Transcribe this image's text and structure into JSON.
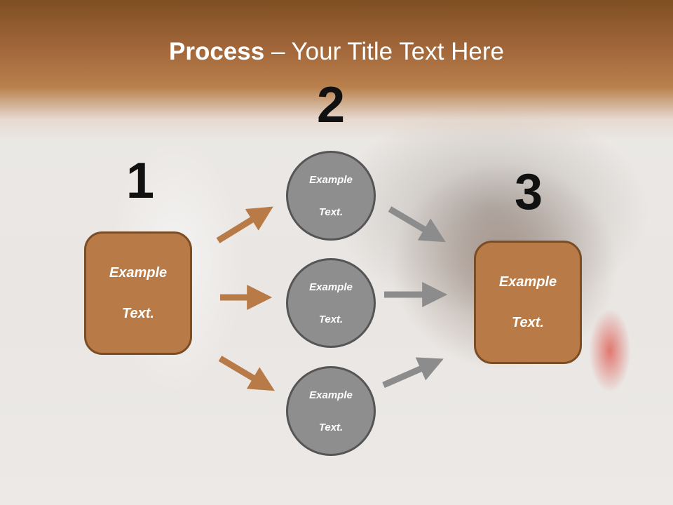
{
  "slide": {
    "title_bold": "Process",
    "title_rest": " – Your Title Text Here"
  },
  "steps": {
    "one": "1",
    "two": "2",
    "three": "3"
  },
  "nodes": {
    "left_box": [
      "Example",
      "Text."
    ],
    "circle_top": [
      "Example",
      "Text."
    ],
    "circle_middle": [
      "Example",
      "Text."
    ],
    "circle_bottom": [
      "Example",
      "Text."
    ],
    "right_box": [
      "Example",
      "Text."
    ]
  },
  "colors": {
    "header": "#a2673a",
    "box_fill": "#b87b47",
    "box_border": "#7a4d25",
    "circle_fill": "#8e8e8e",
    "circle_border": "#555555",
    "arrow_brown": "#b87b47",
    "arrow_gray": "#8c8c8c"
  }
}
